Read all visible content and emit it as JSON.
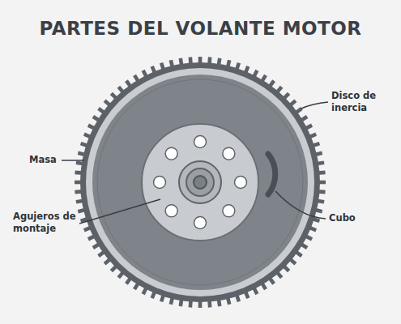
{
  "diagram": {
    "title": "PARTES DEL VOLANTE MOTOR",
    "labels": [
      "Disco de inercia",
      "Masa",
      "Agujeros de montaje",
      "Cubo"
    ]
  }
}
